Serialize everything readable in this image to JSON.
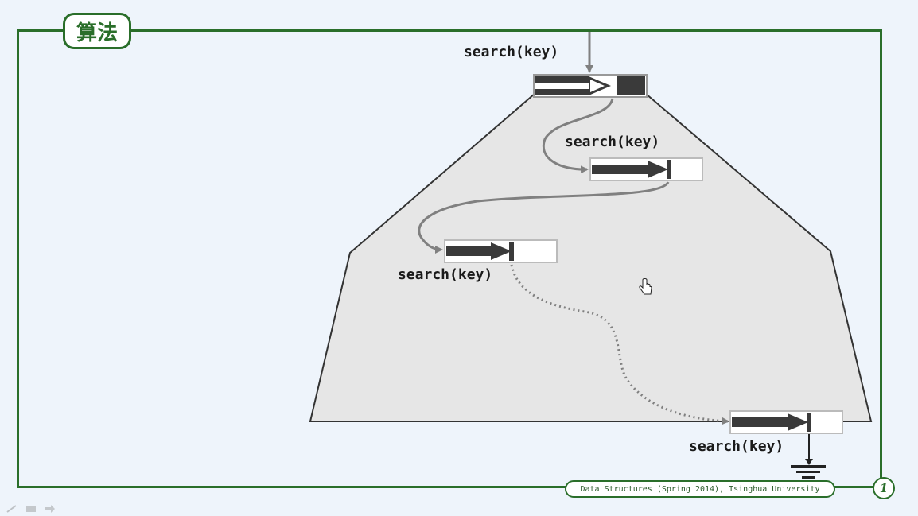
{
  "slide": {
    "title": "算法",
    "footer": "Data Structures (Spring 2014), Tsinghua University",
    "page_number": "1"
  },
  "diagram": {
    "labels": {
      "call_1": "search(key)",
      "call_2": "search(key)",
      "call_3": "search(key)",
      "call_4": "search(key)"
    }
  },
  "colors": {
    "frame": "#2a6e2a",
    "region_fill": "#e6e6e6",
    "arrow": "#808080",
    "node_fill": "#3a3a3a"
  },
  "icons": [
    "hand-pointer-icon",
    "ground-symbol-icon",
    "pen-icon",
    "menu-icon",
    "arrow-icon"
  ]
}
